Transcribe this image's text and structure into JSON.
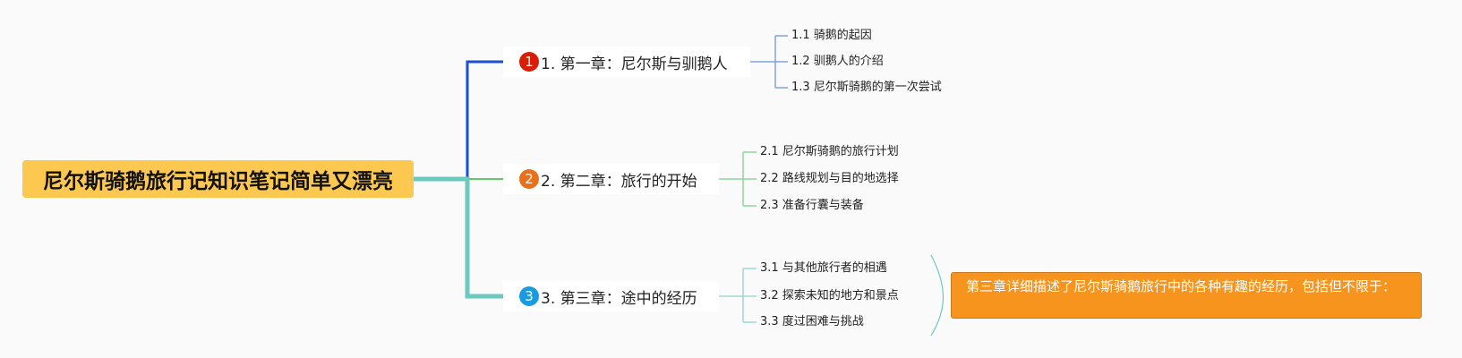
{
  "root": {
    "title": "尼尔斯骑鹅旅行记知识笔记简单又漂亮"
  },
  "colors": {
    "root_bg": "#fcc84f",
    "branch1": "#1a4fd6",
    "branch2": "#5cc96b",
    "branch3": "#6cc9bd",
    "badge1": "#d81e06",
    "badge2": "#e8701a",
    "badge3": "#1a9be0",
    "note_bg": "#f7941d"
  },
  "chapters": [
    {
      "badge": "1",
      "label": "1. 第一章：尼尔斯与驯鹅人",
      "items": [
        "1.1 骑鹅的起因",
        "1.2 驯鹅人的介绍",
        "1.3 尼尔斯骑鹅的第一次尝试"
      ]
    },
    {
      "badge": "2",
      "label": "2. 第二章：旅行的开始",
      "items": [
        "2.1 尼尔斯骑鹅的旅行计划",
        "2.2 路线规划与目的地选择",
        "2.3 准备行囊与装备"
      ]
    },
    {
      "badge": "3",
      "label": "3. 第三章：途中的经历",
      "items": [
        "3.1 与其他旅行者的相遇",
        "3.2 探索未知的地方和景点",
        "3.3 度过困难与挑战"
      ]
    }
  ],
  "note": {
    "text": "第三章详细描述了尼尔斯骑鹅旅行中的各种有趣的经历，包括但不限于："
  }
}
